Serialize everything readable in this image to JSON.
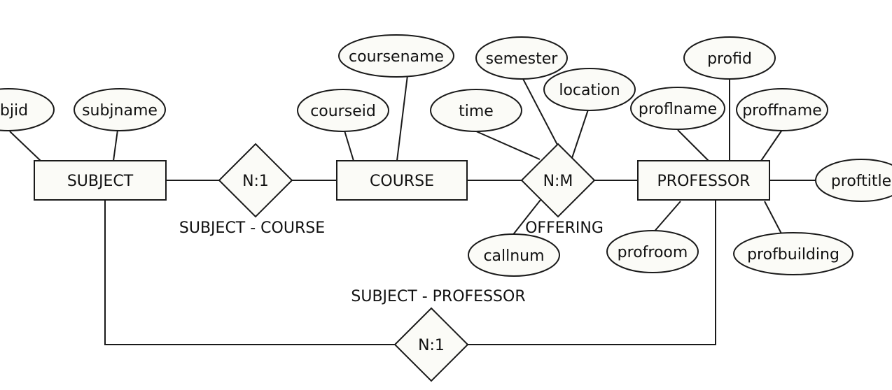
{
  "entities": {
    "subject": "SUBJECT",
    "course": "COURSE",
    "professor": "PROFESSOR"
  },
  "relationships": {
    "subject_course": {
      "cardinality": "N:1",
      "name": "SUBJECT - COURSE"
    },
    "offering": {
      "cardinality": "N:M",
      "name": "OFFERING"
    },
    "subject_professor": {
      "cardinality": "N:1",
      "name": "SUBJECT - PROFESSOR"
    }
  },
  "attributes": {
    "subjid": "bjid",
    "subjname": "subjname",
    "courseid": "courseid",
    "coursename": "coursename",
    "time": "time",
    "semester": "semester",
    "location": "location",
    "callnum": "callnum",
    "proflname": "proflname",
    "profid": "profid",
    "proffname": "proffname",
    "proftitle": "proftitle",
    "profroom": "profroom",
    "profbuilding": "profbuilding"
  }
}
